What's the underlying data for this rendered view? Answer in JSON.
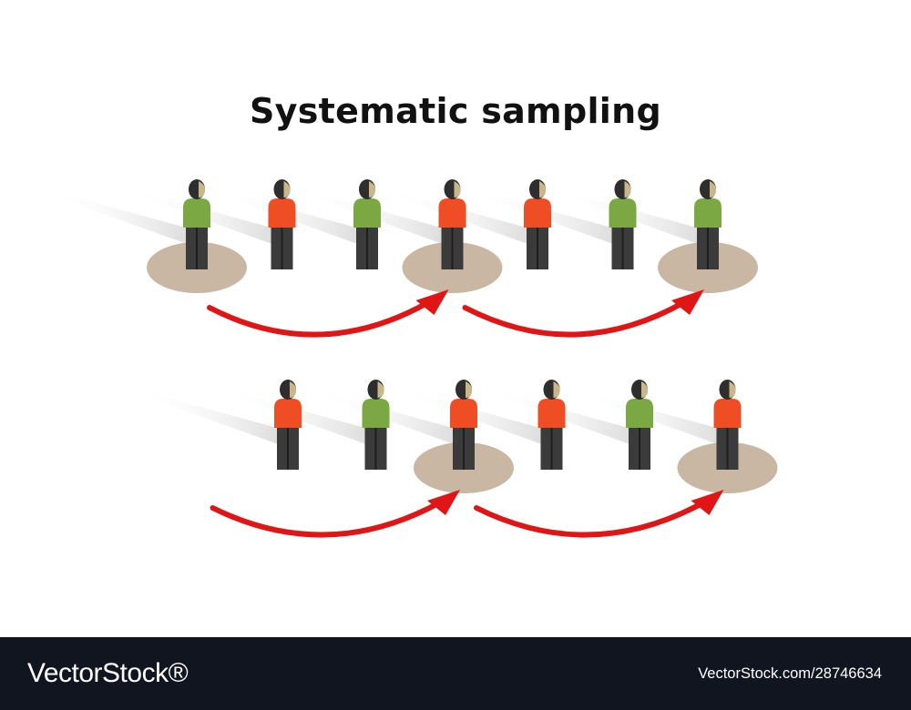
{
  "title": "Systematic sampling",
  "colors": {
    "green_person": "#7ba843",
    "orange_person": "#ef4d23",
    "legs": "#3b3b3b",
    "head": "#2e2e2e",
    "face": "#c9b78a",
    "sample_disc": "#c9b7a4",
    "arrow": "#e01616",
    "footer_bg": "#101520"
  },
  "rows": [
    {
      "people": [
        {
          "color": "green",
          "selected": true
        },
        {
          "color": "orange",
          "selected": false
        },
        {
          "color": "green",
          "selected": false
        },
        {
          "color": "orange",
          "selected": true
        },
        {
          "color": "orange",
          "selected": false
        },
        {
          "color": "green",
          "selected": false
        },
        {
          "color": "green",
          "selected": true
        }
      ],
      "arrows": [
        {
          "from": 0,
          "to": 3
        },
        {
          "from": 3,
          "to": 6
        }
      ]
    },
    {
      "people": [
        {
          "color": "orange",
          "selected": false
        },
        {
          "color": "green",
          "selected": false
        },
        {
          "color": "orange",
          "selected": true
        },
        {
          "color": "orange",
          "selected": false
        },
        {
          "color": "green",
          "selected": false
        },
        {
          "color": "orange",
          "selected": true
        }
      ],
      "arrows": [
        {
          "from": -1,
          "to": 2
        },
        {
          "from": 2,
          "to": 5
        }
      ]
    }
  ],
  "footer": {
    "logo": "VectorStock®",
    "image_id": "VectorStock.com/28746634"
  }
}
